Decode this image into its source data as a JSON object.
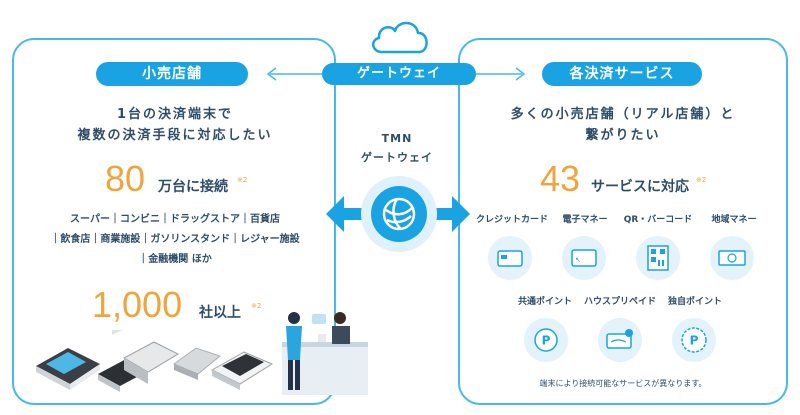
{
  "gateway": {
    "label": "ゲートウェイ"
  },
  "left": {
    "title": "小売店舗",
    "headline_1": "1台の決済端末で",
    "headline_2": "複数の決済手段に対応したい",
    "stat1_value": "80",
    "stat1_suffix": "万台に接続",
    "stat1_note": "※2",
    "list_1": "スーパー｜コンビニ｜ドラッグストア｜百貨店",
    "list_2": "｜飲食店｜商業施設｜ガソリンスタンド｜レジャー施設",
    "list_3": "｜金融機関 ほか",
    "stat2_value": "1,000",
    "stat2_suffix": "社以上",
    "stat2_note": "※2"
  },
  "center": {
    "line1": "TMN",
    "line2": "ゲートウェイ"
  },
  "right": {
    "title": "各決済サービス",
    "headline_1": "多くの小売店舗（リアル店舗）と",
    "headline_2": "繋がりたい",
    "stat_value": "43",
    "stat_suffix": "サービスに対応",
    "stat_note": "※2",
    "services_row1": [
      "クレジットカード",
      "電子マネー",
      "QR・バーコード",
      "地域マネー"
    ],
    "services_row2": [
      "共通ポイント",
      "ハウスプリペイド",
      "独自ポイント"
    ],
    "footnote": "端末により接続可能なサービスが異なります。"
  },
  "colors": {
    "accent": "#1aa3e3",
    "border": "#47b8e8",
    "number": "#f1a43b",
    "text": "#2e4d6b"
  }
}
